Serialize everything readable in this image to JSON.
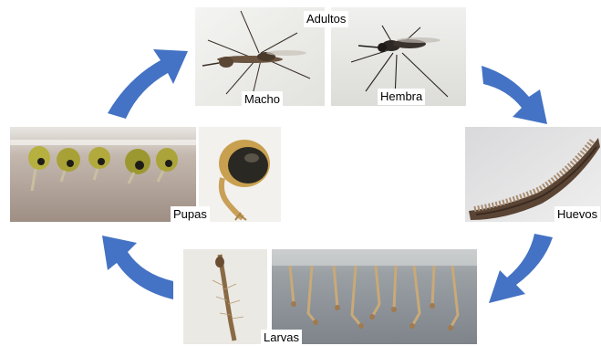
{
  "colors": {
    "arrow": "#4472C4",
    "background": "#ffffff",
    "label_bg": "#ffffff"
  },
  "stages": {
    "adults": {
      "label": "Adultos",
      "male": "Macho",
      "female": "Hembra"
    },
    "eggs": {
      "label": "Huevos"
    },
    "larvae": {
      "label": "Larvas"
    },
    "pupae": {
      "label": "Pupas"
    }
  },
  "cycle_order": [
    "Adultos",
    "Huevos",
    "Larvas",
    "Pupas"
  ]
}
